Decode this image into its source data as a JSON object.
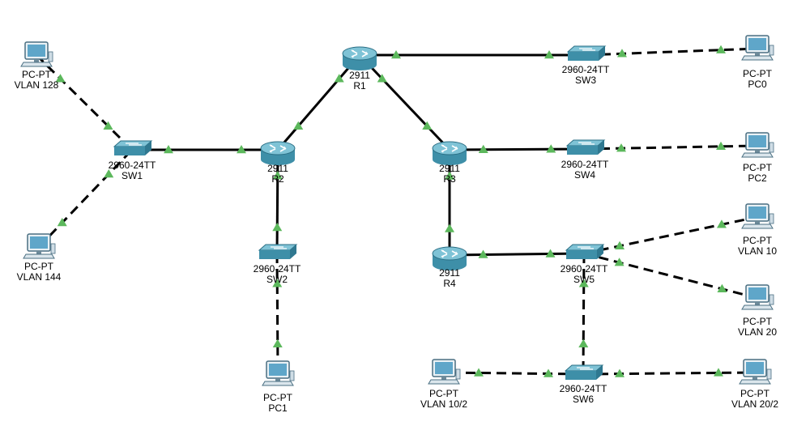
{
  "colors": {
    "link": "#000000",
    "port_up": "#5cb85c",
    "device_body": "#3e8fa8",
    "device_top": "#7fc3d6",
    "pc_screen": "#5fa6c9"
  },
  "devices": [
    {
      "id": "PC-VLAN128",
      "kind": "pc",
      "labels": [
        "PC-PT",
        "VLAN 128"
      ]
    },
    {
      "id": "PC-VLAN144",
      "kind": "pc",
      "labels": [
        "PC-PT",
        "VLAN 144"
      ]
    },
    {
      "id": "SW1",
      "kind": "switch",
      "labels": [
        "2960-24TT",
        "SW1"
      ]
    },
    {
      "id": "R2",
      "kind": "router",
      "labels": [
        "2911",
        "R2"
      ]
    },
    {
      "id": "SW2",
      "kind": "switch",
      "labels": [
        "2960-24TT",
        "SW2"
      ]
    },
    {
      "id": "PC1",
      "kind": "pc",
      "labels": [
        "PC-PT",
        "PC1"
      ]
    },
    {
      "id": "R1",
      "kind": "router",
      "labels": [
        "2911",
        "R1"
      ]
    },
    {
      "id": "SW3",
      "kind": "switch",
      "labels": [
        "2960-24TT",
        "SW3"
      ]
    },
    {
      "id": "PC0",
      "kind": "pc",
      "labels": [
        "PC-PT",
        "PC0"
      ]
    },
    {
      "id": "R3",
      "kind": "router",
      "labels": [
        "2911",
        "R3"
      ]
    },
    {
      "id": "SW4",
      "kind": "switch",
      "labels": [
        "2960-24TT",
        "SW4"
      ]
    },
    {
      "id": "PC2",
      "kind": "pc",
      "labels": [
        "PC-PT",
        "PC2"
      ]
    },
    {
      "id": "R4",
      "kind": "router",
      "labels": [
        "2911",
        "R4"
      ]
    },
    {
      "id": "SW5",
      "kind": "switch",
      "labels": [
        "2960-24TT",
        "SW5"
      ]
    },
    {
      "id": "PC-VLAN10",
      "kind": "pc",
      "labels": [
        "PC-PT",
        "VLAN 10"
      ]
    },
    {
      "id": "PC-VLAN20",
      "kind": "pc",
      "labels": [
        "PC-PT",
        "VLAN 20"
      ]
    },
    {
      "id": "SW6",
      "kind": "switch",
      "labels": [
        "2960-24TT",
        "SW6"
      ]
    },
    {
      "id": "PC-VLAN10-2",
      "kind": "pc",
      "labels": [
        "PC-PT",
        "VLAN 10/2"
      ]
    },
    {
      "id": "PC-VLAN20-2",
      "kind": "pc",
      "labels": [
        "PC-PT",
        "VLAN 20/2"
      ]
    }
  ],
  "links": [
    {
      "from": "R1",
      "to": "R2",
      "style": "solid"
    },
    {
      "from": "R1",
      "to": "R3",
      "style": "solid"
    },
    {
      "from": "R1",
      "to": "SW3",
      "style": "solid"
    },
    {
      "from": "SW3",
      "to": "PC0",
      "style": "dashed"
    },
    {
      "from": "SW1",
      "to": "R2",
      "style": "solid"
    },
    {
      "from": "PC-VLAN128",
      "to": "SW1",
      "style": "dashed"
    },
    {
      "from": "PC-VLAN144",
      "to": "SW1",
      "style": "dashed"
    },
    {
      "from": "R2",
      "to": "SW2",
      "style": "solid"
    },
    {
      "from": "SW2",
      "to": "PC1",
      "style": "dashed"
    },
    {
      "from": "R3",
      "to": "SW4",
      "style": "solid"
    },
    {
      "from": "SW4",
      "to": "PC2",
      "style": "dashed"
    },
    {
      "from": "R3",
      "to": "R4",
      "style": "solid"
    },
    {
      "from": "R4",
      "to": "SW5",
      "style": "solid"
    },
    {
      "from": "SW5",
      "to": "PC-VLAN10",
      "style": "dashed"
    },
    {
      "from": "SW5",
      "to": "PC-VLAN20",
      "style": "dashed"
    },
    {
      "from": "SW5",
      "to": "SW6",
      "style": "dashed"
    },
    {
      "from": "SW6",
      "to": "PC-VLAN10-2",
      "style": "dashed"
    },
    {
      "from": "SW6",
      "to": "PC-VLAN20-2",
      "style": "dashed"
    }
  ]
}
